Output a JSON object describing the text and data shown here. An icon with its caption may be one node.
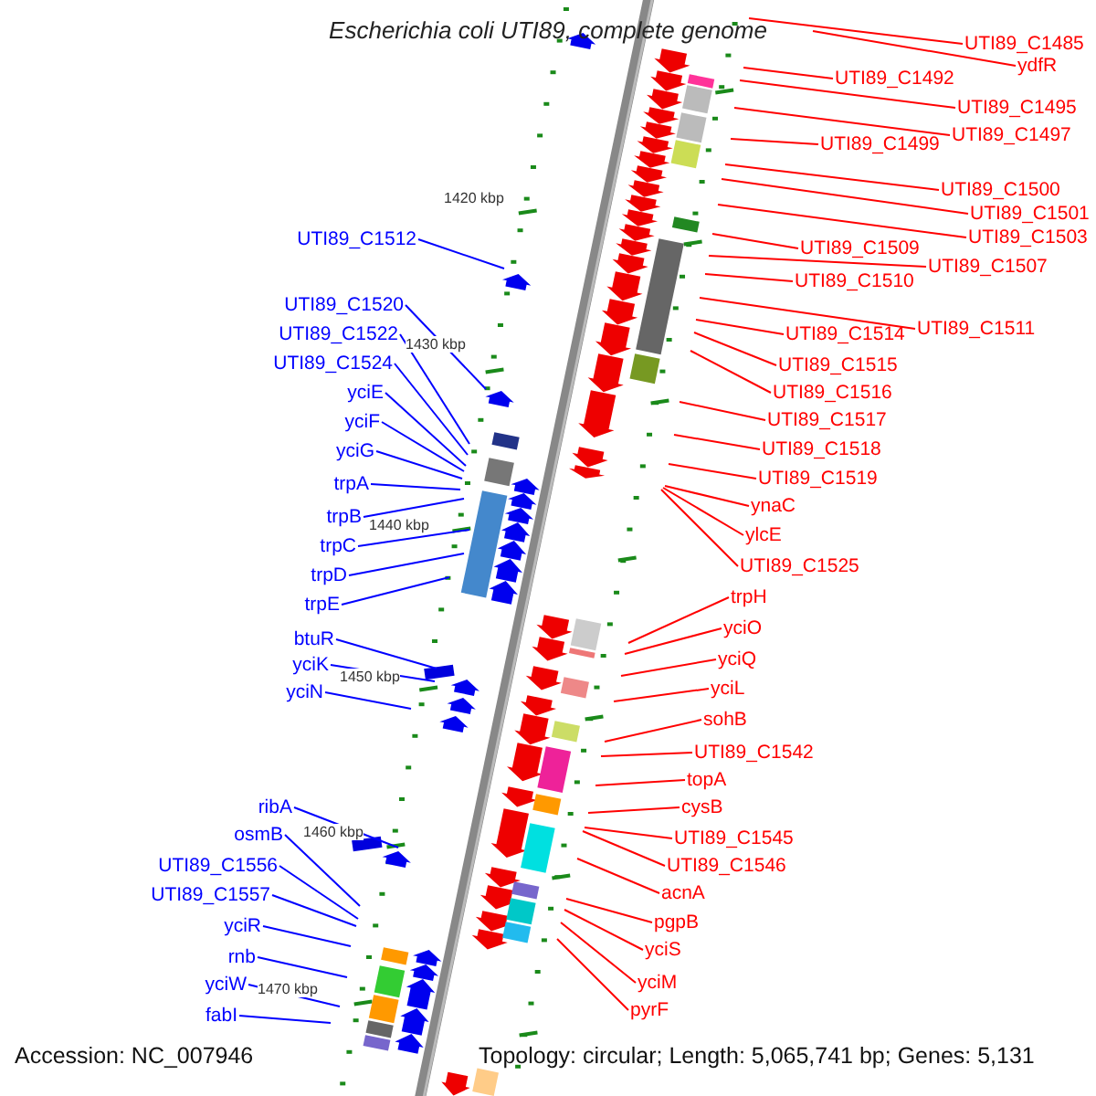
{
  "diagram": {
    "title": "Escherichia coli UTI89, complete genome",
    "nodes": [
      {
        "text": [
          "UTI89_C1485"
        ]
      },
      {
        "text": [
          "ydfR"
        ]
      },
      {
        "text": [
          "UTI89_C1492"
        ]
      },
      {
        "text": [
          "UTI89_C1495"
        ]
      },
      {
        "text": [
          "UTI89_C1497"
        ]
      },
      {
        "text": [
          "UTI89_C1499"
        ]
      },
      {
        "text": [
          "UTI89_C1500"
        ]
      },
      {
        "text": [
          "UTI89_C1501"
        ]
      },
      {
        "text": [
          "UTI89_C1503"
        ]
      },
      {
        "text": [
          "UTI89_C1509"
        ]
      },
      {
        "text": [
          "UTI89_C1507"
        ]
      },
      {
        "text": [
          "UTI89_C1510"
        ]
      },
      {
        "text": [
          "UTI89_C1511"
        ]
      },
      {
        "text": [
          "UTI89_C1514"
        ]
      },
      {
        "text": [
          "UTI89_C1515"
        ]
      },
      {
        "text": [
          "UTI89_C1516"
        ]
      },
      {
        "text": [
          "UTI89_C1517"
        ]
      },
      {
        "text": [
          "UTI89_C1518"
        ]
      },
      {
        "text": [
          "UTI89_C1519"
        ]
      },
      {
        "text": [
          "ynaC"
        ]
      },
      {
        "text": [
          "ylcE"
        ]
      },
      {
        "text": [
          "UTI89_C1525"
        ]
      },
      {
        "text": [
          "trpH"
        ]
      },
      {
        "text": [
          "yciO"
        ]
      },
      {
        "text": [
          "yciQ"
        ]
      },
      {
        "text": [
          "yciL"
        ]
      },
      {
        "text": [
          "sohB"
        ]
      },
      {
        "text": [
          "UTI89_C1542"
        ]
      },
      {
        "text": [
          "topA"
        ]
      },
      {
        "text": [
          "cysB"
        ]
      },
      {
        "text": [
          "UTI89_C1545"
        ]
      },
      {
        "text": [
          "UTI89_C1546"
        ]
      },
      {
        "text": [
          "acnA"
        ]
      },
      {
        "text": [
          "pgpB"
        ]
      },
      {
        "text": [
          "yciS"
        ]
      },
      {
        "text": [
          "yciM"
        ]
      },
      {
        "text": [
          "pyrF"
        ]
      },
      {
        "text": [
          "UTI89_C1512"
        ]
      },
      {
        "text": [
          "UTI89_C1520"
        ]
      },
      {
        "text": [
          "UTI89_C1522"
        ]
      },
      {
        "text": [
          "UTI89_C1524"
        ]
      },
      {
        "text": [
          "yciE"
        ]
      },
      {
        "text": [
          "yciF"
        ]
      },
      {
        "text": [
          "yciG"
        ]
      },
      {
        "text": [
          "trpA"
        ]
      },
      {
        "text": [
          "trpB"
        ]
      },
      {
        "text": [
          "trpC"
        ]
      },
      {
        "text": [
          "trpD"
        ]
      },
      {
        "text": [
          "trpE"
        ]
      },
      {
        "text": [
          "btuR"
        ]
      },
      {
        "text": [
          "yciK"
        ]
      },
      {
        "text": [
          "yciN"
        ]
      },
      {
        "text": [
          "ribA"
        ]
      },
      {
        "text": [
          "osmB"
        ]
      },
      {
        "text": [
          "UTI89_C1556"
        ]
      },
      {
        "text": [
          "UTI89_C1557"
        ]
      },
      {
        "text": [
          "yciR"
        ]
      },
      {
        "text": [
          "rnb"
        ]
      },
      {
        "text": [
          "yciW"
        ]
      },
      {
        "text": [
          "fabI"
        ]
      }
    ],
    "edges": [
      {
        "from": 0,
        "to": null,
        "arrow": "none"
      },
      {
        "from": 1,
        "to": null,
        "arrow": "none"
      },
      {
        "from": 2,
        "to": null,
        "arrow": "none"
      },
      {
        "from": 3,
        "to": null,
        "arrow": "none"
      },
      {
        "from": 4,
        "to": null,
        "arrow": "none"
      },
      {
        "from": 5,
        "to": null,
        "arrow": "none"
      },
      {
        "from": 6,
        "to": null,
        "arrow": "none"
      },
      {
        "from": 7,
        "to": null,
        "arrow": "none"
      },
      {
        "from": 8,
        "to": null,
        "arrow": "none"
      },
      {
        "from": 9,
        "to": null,
        "arrow": "none"
      },
      {
        "from": 10,
        "to": null,
        "arrow": "none"
      },
      {
        "from": 11,
        "to": null,
        "arrow": "none"
      },
      {
        "from": 12,
        "to": null,
        "arrow": "none"
      },
      {
        "from": 13,
        "to": null,
        "arrow": "none"
      },
      {
        "from": 14,
        "to": null,
        "arrow": "none"
      },
      {
        "from": 15,
        "to": null,
        "arrow": "none"
      },
      {
        "from": 16,
        "to": null,
        "arrow": "none"
      },
      {
        "from": 17,
        "to": null,
        "arrow": "none"
      },
      {
        "from": 18,
        "to": null,
        "arrow": "none"
      },
      {
        "from": 19,
        "to": null,
        "arrow": "none"
      },
      {
        "from": 20,
        "to": null,
        "arrow": "none"
      },
      {
        "from": 21,
        "to": null,
        "arrow": "none"
      },
      {
        "from": 22,
        "to": null,
        "arrow": "none"
      },
      {
        "from": 23,
        "to": null,
        "arrow": "none"
      },
      {
        "from": 24,
        "to": null,
        "arrow": "none"
      },
      {
        "from": 25,
        "to": null,
        "arrow": "none"
      },
      {
        "from": 26,
        "to": null,
        "arrow": "none"
      },
      {
        "from": 27,
        "to": null,
        "arrow": "none"
      },
      {
        "from": 28,
        "to": null,
        "arrow": "none"
      },
      {
        "from": 29,
        "to": null,
        "arrow": "none"
      },
      {
        "from": 30,
        "to": null,
        "arrow": "none"
      },
      {
        "from": 31,
        "to": null,
        "arrow": "none"
      },
      {
        "from": 32,
        "to": null,
        "arrow": "none"
      },
      {
        "from": 33,
        "to": null,
        "arrow": "none"
      },
      {
        "from": 34,
        "to": null,
        "arrow": "none"
      },
      {
        "from": 35,
        "to": null,
        "arrow": "none"
      },
      {
        "from": 36,
        "to": null,
        "arrow": "none"
      },
      {
        "from": 37,
        "to": null,
        "arrow": "none",
        "color": "#0000ff"
      },
      {
        "from": 38,
        "to": null,
        "arrow": "none",
        "color": "#0000ff"
      },
      {
        "from": 39,
        "to": null,
        "arrow": "none",
        "color": "#0000ff"
      },
      {
        "from": 40,
        "to": null,
        "arrow": "none",
        "color": "#0000ff"
      },
      {
        "from": 41,
        "to": null,
        "arrow": "none",
        "color": "#0000ff"
      },
      {
        "from": 42,
        "to": null,
        "arrow": "none",
        "color": "#0000ff"
      },
      {
        "from": 43,
        "to": null,
        "arrow": "none",
        "color": "#0000ff"
      },
      {
        "from": 44,
        "to": null,
        "arrow": "none",
        "color": "#0000ff"
      },
      {
        "from": 45,
        "to": null,
        "arrow": "none",
        "color": "#0000ff"
      },
      {
        "from": 46,
        "to": null,
        "arrow": "none",
        "color": "#0000ff"
      },
      {
        "from": 47,
        "to": null,
        "arrow": "none",
        "color": "#0000ff"
      },
      {
        "from": 48,
        "to": null,
        "arrow": "none",
        "color": "#0000ff"
      },
      {
        "from": 49,
        "to": null,
        "arrow": "none",
        "color": "#0000ff"
      },
      {
        "from": 50,
        "to": null,
        "arrow": "none",
        "color": "#0000ff"
      },
      {
        "from": 51,
        "to": null,
        "arrow": "none",
        "color": "#0000ff"
      },
      {
        "from": 52,
        "to": null,
        "arrow": "none",
        "color": "#0000ff"
      },
      {
        "from": 53,
        "to": null,
        "arrow": "none",
        "color": "#0000ff"
      },
      {
        "from": 54,
        "to": null,
        "arrow": "none",
        "color": "#0000ff"
      },
      {
        "from": 55,
        "to": null,
        "arrow": "none",
        "color": "#0000ff"
      },
      {
        "from": 56,
        "to": null,
        "arrow": "none",
        "color": "#0000ff"
      },
      {
        "from": 57,
        "to": null,
        "arrow": "none",
        "color": "#0000ff"
      },
      {
        "from": 58,
        "to": null,
        "arrow": "none",
        "color": "#0000ff"
      },
      {
        "from": 59,
        "to": null,
        "arrow": "none",
        "color": "#0000ff"
      }
    ],
    "labels": [
      "1420 kbp",
      "1430 kbp",
      "1440 kbp",
      "1450 kbp",
      "1460 kbp",
      "1470 kbp",
      "Accession: NC_007946",
      "Topology: circular; Length: 5,065,741 bp; Genes: 5,131"
    ]
  }
}
